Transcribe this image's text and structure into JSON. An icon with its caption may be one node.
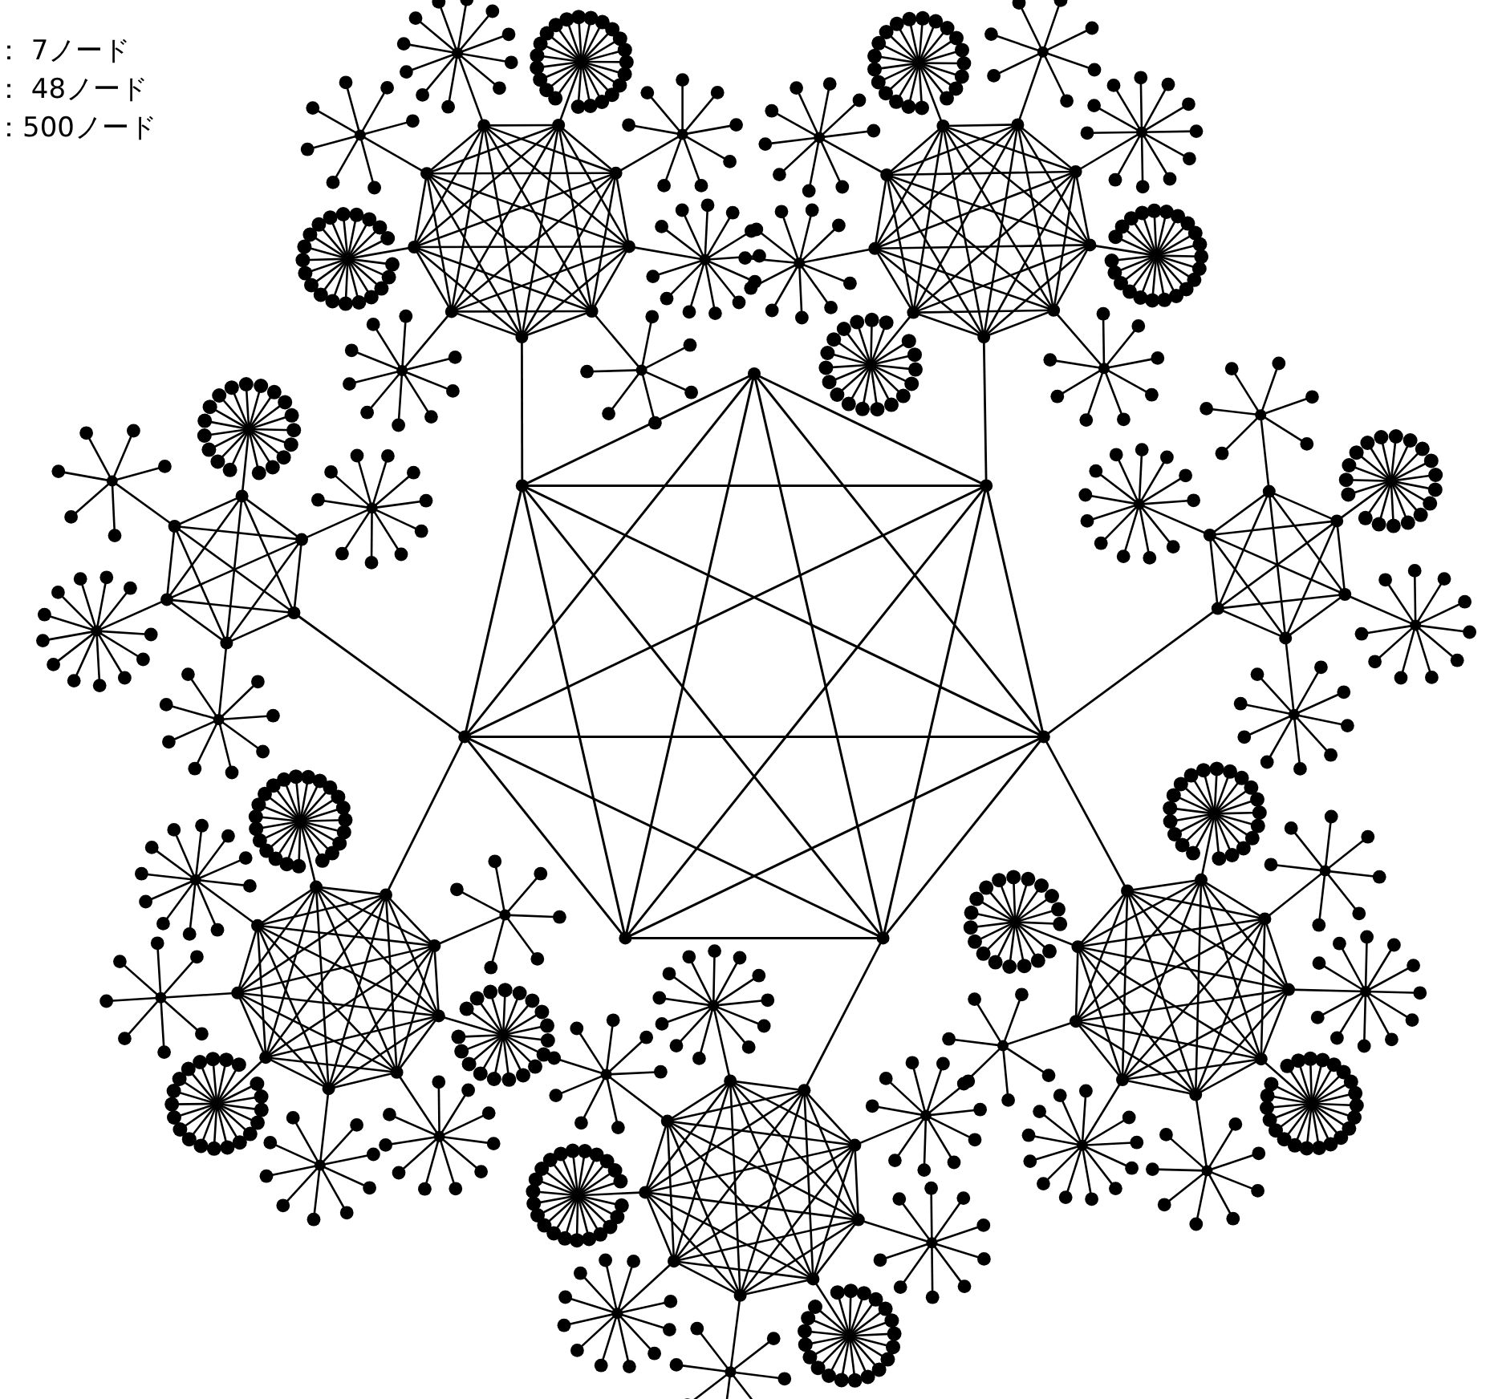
{
  "diagram": {
    "labels": [
      "： 7ノード",
      "： 48ノード",
      "：500ノード"
    ]
  }
}
